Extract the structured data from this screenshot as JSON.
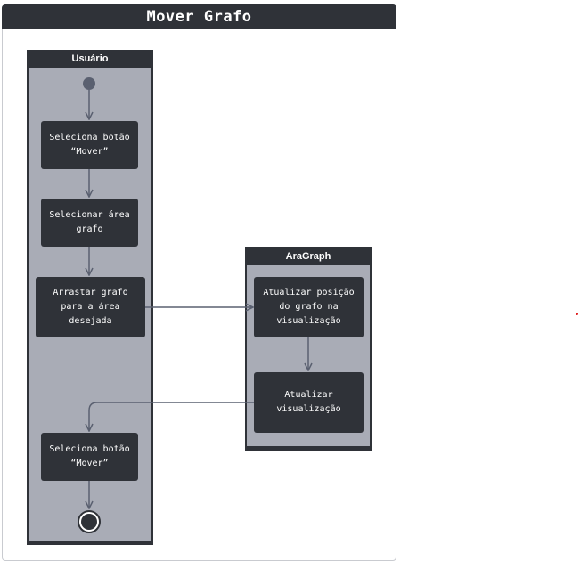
{
  "diagram": {
    "title": "Mover Grafo",
    "lanes": {
      "user": "Usuário",
      "system": "AraGraph"
    },
    "nodes": {
      "n1": "Seleciona botão\n“Mover”",
      "n2": "Selecionar área\ngrafo",
      "n3": "Arrastar grafo\npara a área\ndesejada",
      "n4": "Atualizar posição\ndo grafo na\nvisualização",
      "n5": "Atualizar\nvisualização",
      "n6": "Seleciona botão\n“Mover”"
    },
    "colors": {
      "node_fill": "#2f3238",
      "lane_fill": "#a9acb6",
      "edge": "#5a6070",
      "marker": "#e02020"
    }
  }
}
